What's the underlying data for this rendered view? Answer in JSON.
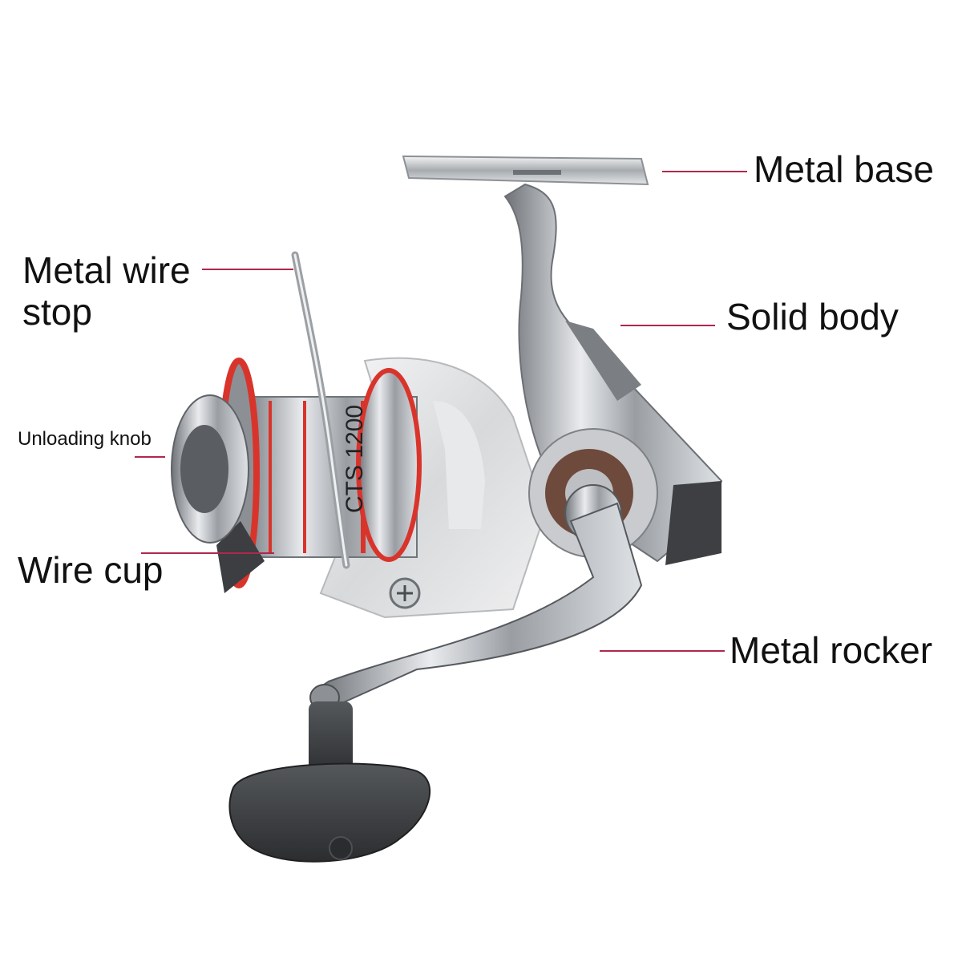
{
  "reel": {
    "spool_marking": "CTS 1200"
  },
  "labels": {
    "metal_base": "Metal base",
    "metal_wire_stop": "Metal wire\nstop",
    "solid_body": "Solid body",
    "unloading_knob": "Unloading knob",
    "wire_cup": "Wire cup",
    "metal_rocker": "Metal rocker"
  },
  "colors": {
    "leader_line": "#b0284c",
    "spool_accent": "#d9342b",
    "metal": "#c8cacc",
    "handle_knob": "#3a3c3e"
  }
}
